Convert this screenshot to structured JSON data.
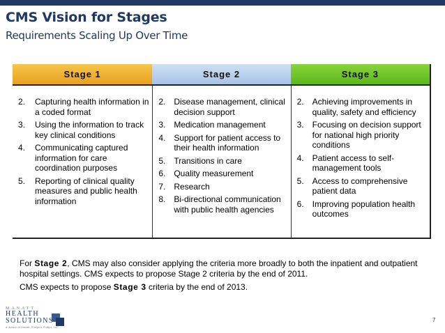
{
  "slide": {
    "title": "CMS Vision for Stages",
    "subtitle": "Requirements Scaling Up Over Time",
    "page_number": "7"
  },
  "table": {
    "headers": [
      "Stage 1",
      "Stage 2",
      "Stage 3"
    ],
    "columns": [
      [
        {
          "num": "2.",
          "text": "Capturing health information in a coded format"
        },
        {
          "num": "3.",
          "text": "Using the information to track key clinical conditions"
        },
        {
          "num": "4.",
          "text": "Communicating captured information for care coordination purposes"
        },
        {
          "num": "5.",
          "text": "Reporting of clinical quality measures and public health information"
        }
      ],
      [
        {
          "num": "2.",
          "text": "Disease management, clinical decision support"
        },
        {
          "num": "3.",
          "text": "Medication management"
        },
        {
          "num": "4.",
          "text": "Support for patient access to their health information"
        },
        {
          "num": "5.",
          "text": "Transitions in care"
        },
        {
          "num": "6.",
          "text": "Quality measurement"
        },
        {
          "num": "7.",
          "text": "Research"
        },
        {
          "num": "8.",
          "text": "Bi-directional communication with public health agencies"
        }
      ],
      [
        {
          "num": "2.",
          "text": "Achieving improvements in quality, safety and efficiency"
        },
        {
          "num": "3.",
          "text": "Focusing on decision support for national high priority conditions"
        },
        {
          "num": "4.",
          "text": "Patient access to self-management tools"
        },
        {
          "num": "5.",
          "text": "Access to comprehensive patient data"
        },
        {
          "num": "6.",
          "text": "Improving population health outcomes"
        }
      ]
    ]
  },
  "notes": {
    "note1_prefix": "For ",
    "note1_keyword": "Stage 2",
    "note1_suffix": ", CMS may also consider applying the criteria more broadly to both the inpatient and outpatient hospital settings.  CMS expects to propose Stage 2 criteria by the end of 2011.",
    "note2_prefix": "CMS expects to propose ",
    "note2_keyword": "Stage 3",
    "note2_suffix": " criteria by the end of 2013."
  },
  "logo": {
    "line1": "MANATT",
    "line2": "HEALTH",
    "line3": "SOLUTIONS",
    "tagline": "a division of Manatt, Phelps & Phillips, LLP"
  },
  "colors": {
    "brand_navy": "#1f3864",
    "stage1": "#f0b43a",
    "stage2": "#b9d0ec",
    "stage3": "#72c52a"
  }
}
